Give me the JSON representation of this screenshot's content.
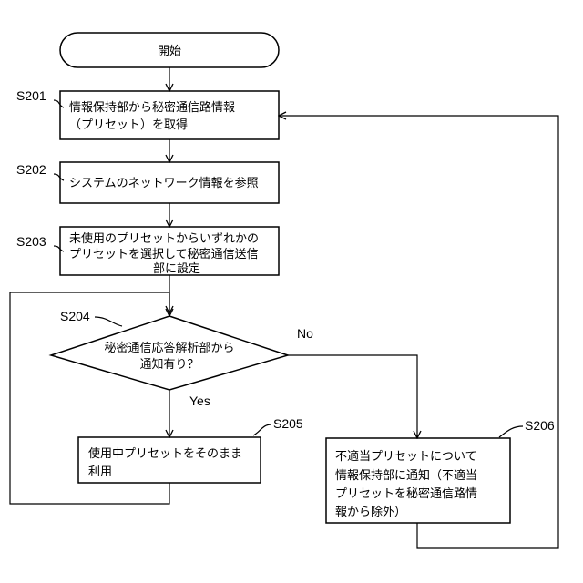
{
  "flowchart": {
    "start": "開始",
    "steps": {
      "s201": {
        "label": "S201",
        "lines": [
          "情報保持部から秘密通信路情報",
          "（プリセット）を取得"
        ]
      },
      "s202": {
        "label": "S202",
        "lines": [
          "システムのネットワーク情報を参照"
        ]
      },
      "s203": {
        "label": "S203",
        "lines": [
          "未使用のプリセットからいずれかの",
          "プリセットを選択して秘密通信送信",
          "部に設定"
        ]
      },
      "s204": {
        "label": "S204",
        "lines": [
          "秘密通信応答解析部から",
          "通知有り？"
        ]
      },
      "s205": {
        "label": "S205",
        "lines": [
          "使用中プリセットをそのまま",
          "利用"
        ]
      },
      "s206": {
        "label": "S206",
        "lines": [
          "不適当プリセットについて",
          "情報保持部に通知（不適当",
          "プリセットを秘密通信路情",
          "報から除外）"
        ]
      }
    },
    "branches": {
      "yes": "Yes",
      "no": "No"
    }
  }
}
